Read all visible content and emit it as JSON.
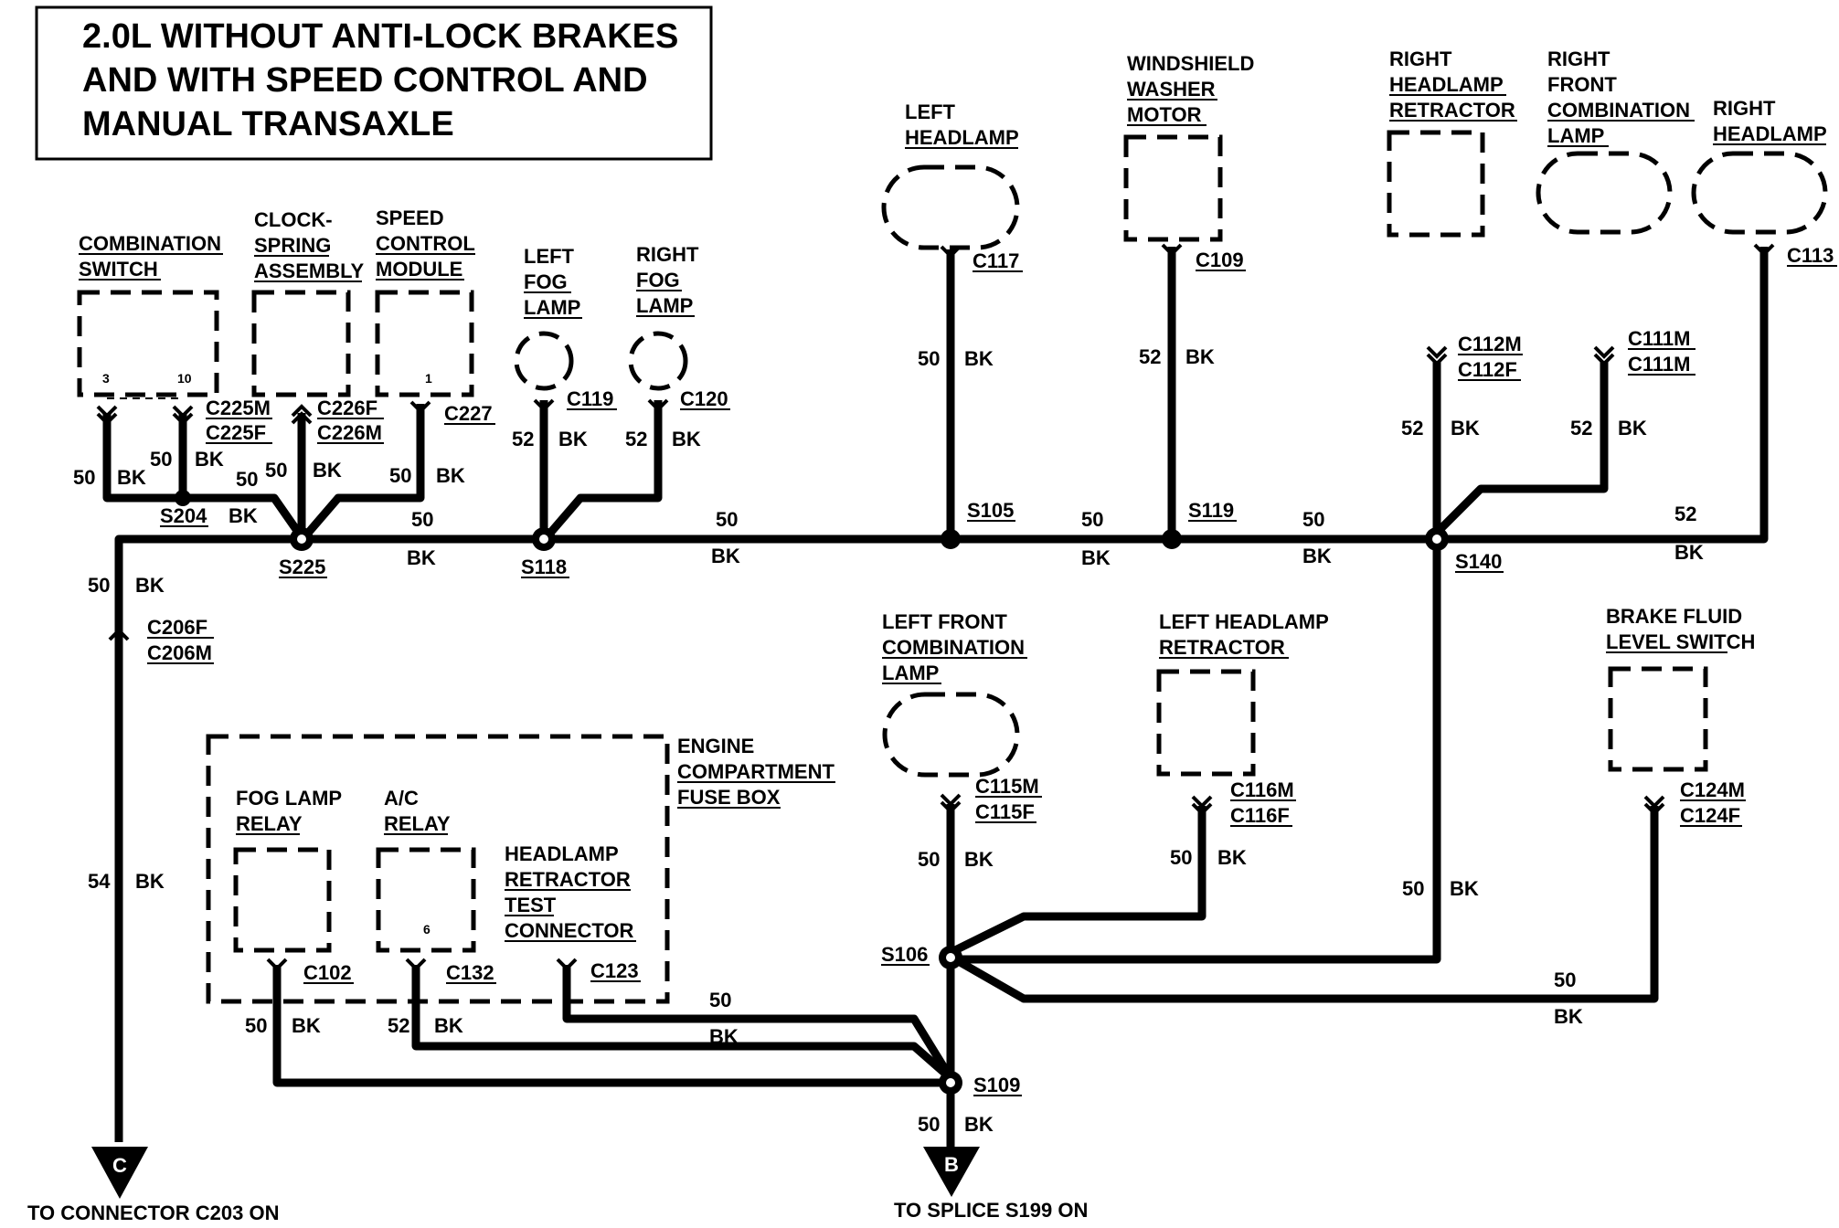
{
  "title": [
    "2.0L WITHOUT ANTI-LOCK BRAKES",
    "AND WITH SPEED CONTROL AND",
    "MANUAL TRANSAXLE"
  ],
  "components": {
    "combination_switch": [
      "COMBINATION",
      "SWITCH"
    ],
    "clockspring": [
      "CLOCK-",
      "SPRING",
      "ASSEMBLY"
    ],
    "speed_control": [
      "SPEED",
      "CONTROL",
      "MODULE"
    ],
    "left_fog": [
      "LEFT",
      "FOG",
      "LAMP"
    ],
    "right_fog": [
      "RIGHT",
      "FOG",
      "LAMP"
    ],
    "left_headlamp": [
      "LEFT",
      "HEADLAMP"
    ],
    "washer_motor": [
      "WINDSHIELD",
      "WASHER",
      "MOTOR"
    ],
    "right_retractor": [
      "RIGHT",
      "HEADLAMP",
      "RETRACTOR"
    ],
    "right_front_combo": [
      "RIGHT",
      "FRONT",
      "COMBINATION",
      "LAMP"
    ],
    "right_headlamp": [
      "RIGHT",
      "HEADLAMP"
    ],
    "left_front_combo": [
      "LEFT FRONT",
      "COMBINATION",
      "LAMP"
    ],
    "left_retractor": [
      "LEFT HEADLAMP",
      "RETRACTOR"
    ],
    "brake_fluid": [
      "BRAKE FLUID",
      "LEVEL SWITCH"
    ],
    "fuse_box": [
      "ENGINE",
      "COMPARTMENT",
      "FUSE BOX"
    ],
    "fog_relay": [
      "FOG LAMP",
      "RELAY"
    ],
    "ac_relay": [
      "A/C",
      "RELAY"
    ],
    "test_connector": [
      "HEADLAMP",
      "RETRACTOR",
      "TEST",
      "CONNECTOR"
    ]
  },
  "pins": {
    "p3": "3",
    "p10": "10",
    "p1": "1",
    "p6": "6"
  },
  "connectors": {
    "c225": [
      "C225M",
      "C225F"
    ],
    "c226": [
      "C226F",
      "C226M"
    ],
    "c227": "C227",
    "c119": "C119",
    "c120": "C120",
    "c117": "C117",
    "c109": "C109",
    "c112": [
      "C112M",
      "C112F"
    ],
    "c111": [
      "C111M",
      "C111M"
    ],
    "c113": "C113",
    "c206": [
      "C206F",
      "C206M"
    ],
    "c115": [
      "C115M",
      "C115F"
    ],
    "c116": [
      "C116M",
      "C116F"
    ],
    "c124": [
      "C124M",
      "C124F"
    ],
    "c102": "C102",
    "c132": "C132",
    "c123": "C123"
  },
  "splices": {
    "s204": "S204",
    "s225": "S225",
    "s118": "S118",
    "s105": "S105",
    "s119": "S119",
    "s140": "S140",
    "s106": "S106",
    "s109": "S109"
  },
  "wires": {
    "w_cs3": [
      "50",
      "BK"
    ],
    "w_cs10": [
      "50",
      "BK"
    ],
    "w_s204_s225": [
      "50",
      "BK"
    ],
    "w_clock": [
      "50",
      "BK"
    ],
    "w_scm": [
      "50",
      "BK"
    ],
    "w_main1": [
      "50",
      "BK"
    ],
    "w_lfog": [
      "52",
      "BK"
    ],
    "w_rfog": [
      "52",
      "BK"
    ],
    "w_main2": [
      "50",
      "BK"
    ],
    "w_lhead": [
      "50",
      "BK"
    ],
    "w_main3": [
      "50",
      "BK"
    ],
    "w_washer": [
      "52",
      "BK"
    ],
    "w_main4": [
      "50",
      "BK"
    ],
    "w_rretr": [
      "52",
      "BK"
    ],
    "w_rfcombo": [
      "52",
      "BK"
    ],
    "w_rhead": [
      "52",
      "BK"
    ],
    "w_left_down": [
      "50",
      "BK"
    ],
    "w_c206": [
      "54",
      "BK"
    ],
    "w_lfcombo": [
      "50",
      "BK"
    ],
    "w_lretr": [
      "50",
      "BK"
    ],
    "w_s140_s106": [
      "50",
      "BK"
    ],
    "w_brake": [
      "50",
      "BK"
    ],
    "w_test": [
      "50",
      "BK"
    ],
    "w_fogrelay": [
      "50",
      "BK"
    ],
    "w_acrelay": [
      "52",
      "BK"
    ],
    "w_s109_down": [
      "50",
      "BK"
    ]
  },
  "arrows": {
    "c": {
      "letter": "C",
      "caption": "TO CONNECTOR C203 ON"
    },
    "b": {
      "letter": "B",
      "caption": "TO SPLICE S199 ON"
    }
  }
}
